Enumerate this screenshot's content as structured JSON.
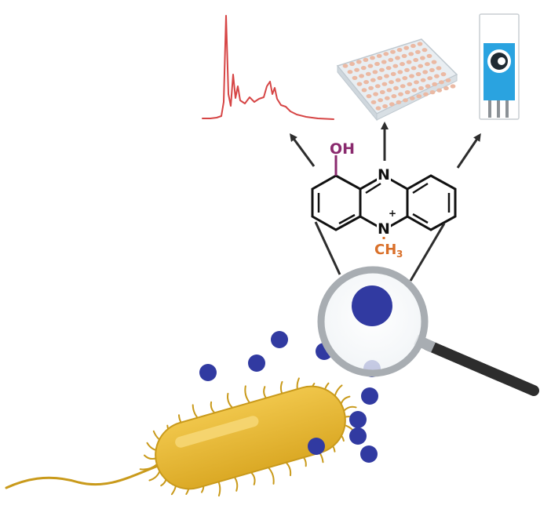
{
  "diagram": {
    "molecule": {
      "substituent_top": "OH",
      "ring_atom_top": "N",
      "ring_atom_bottom": "N",
      "charge": "+",
      "substituent_bottom_main": "CH",
      "substituent_bottom_sub": "3"
    },
    "colors": {
      "spectrum": "#d64545",
      "plate_body": "#e9eef2",
      "plate_wells": "#ebb9a3",
      "sensor_blue": "#2aa3e0",
      "hydroxyl": "#8a2a6e",
      "methyl": "#d9702a",
      "molecule_dots": "#313aa1",
      "bacterium_body": "#e6b631",
      "bacterium_outline": "#c99a1b",
      "magnifier_rim": "#a8adb2",
      "magnifier_handle": "#2d2d2d"
    },
    "icons": [
      "chromatogram-icon",
      "microplate-icon",
      "electrochemical-sensor-icon",
      "magnifying-glass-icon",
      "bacterium-icon"
    ]
  }
}
